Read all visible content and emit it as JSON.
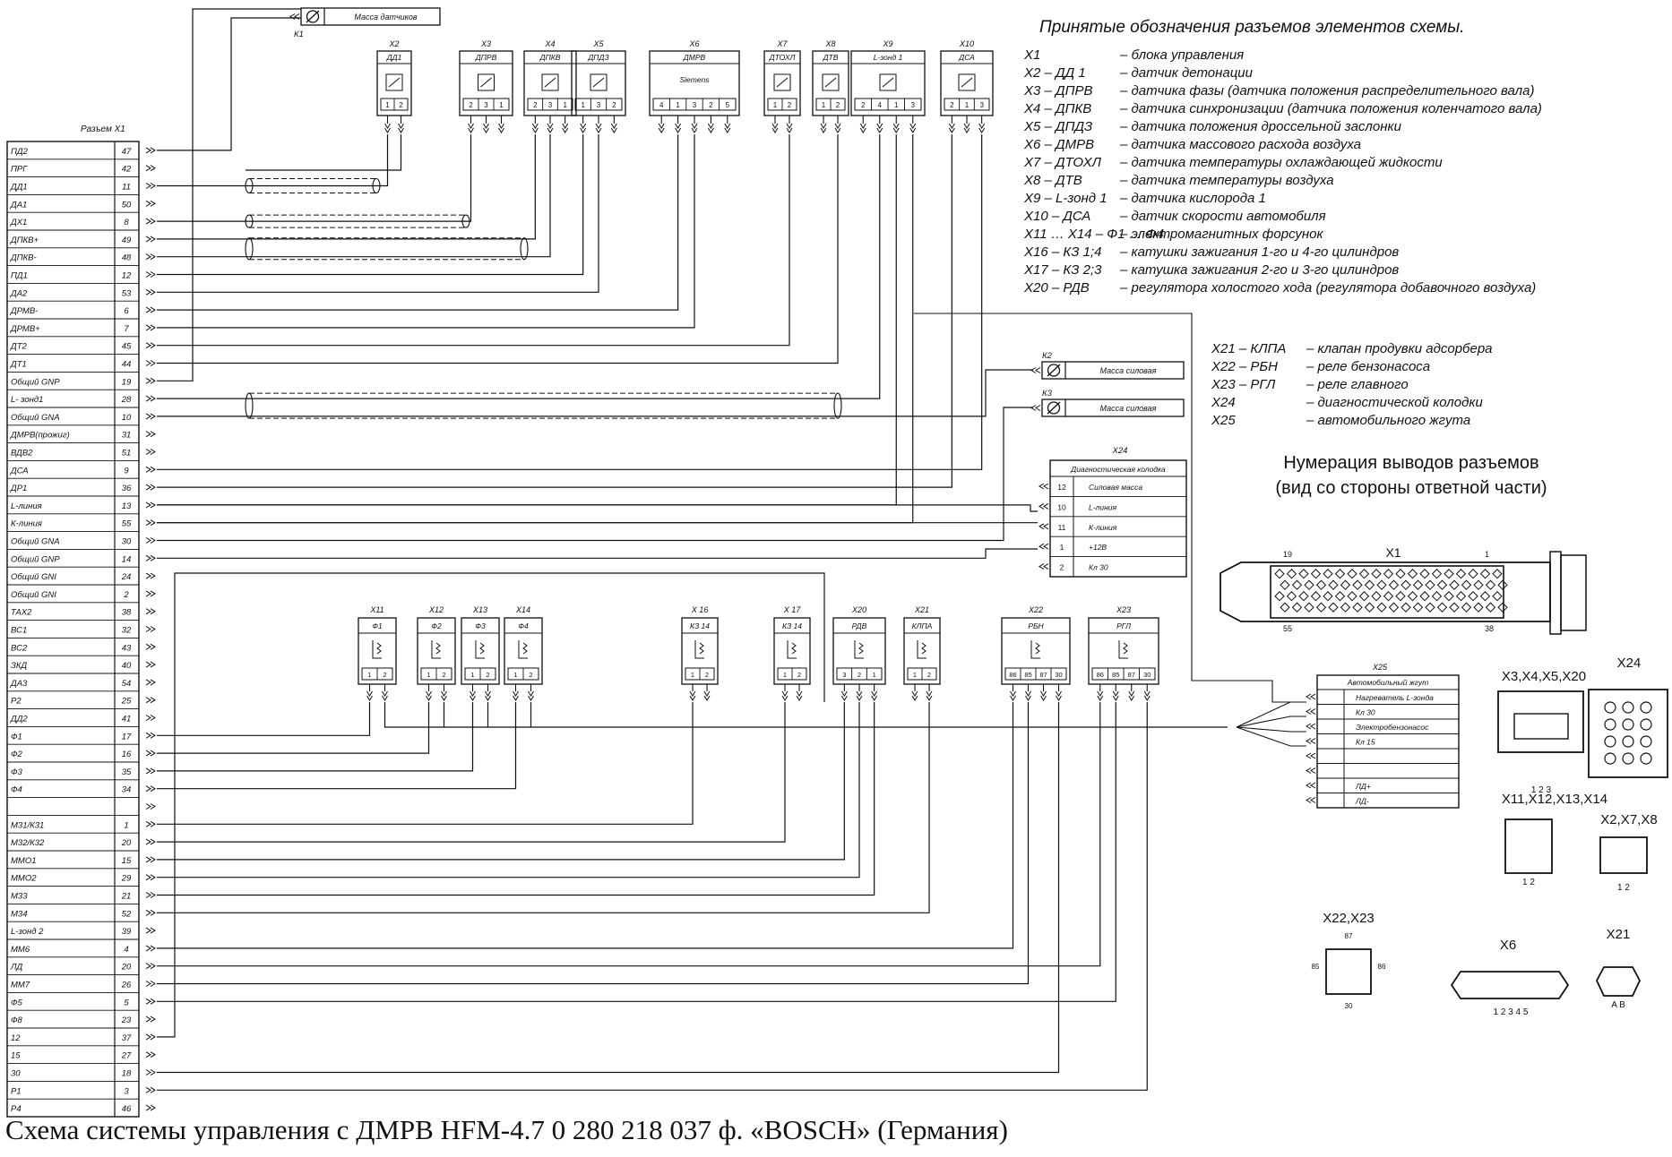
{
  "caption": "Схема системы управления с ДМРВ HFM-4.7 0 280 218 037 ф. «BOSCH» (Германия)",
  "x1_header": "Разъем Х1",
  "x1_pins": [
    {
      "label": "ПД2",
      "pin": "47"
    },
    {
      "label": "ПРГ",
      "pin": "42"
    },
    {
      "label": "ДД1",
      "pin": "11"
    },
    {
      "label": "ДА1",
      "pin": "50"
    },
    {
      "label": "ДХ1",
      "pin": "8"
    },
    {
      "label": "ДПКВ+",
      "pin": "49"
    },
    {
      "label": "ДПКВ-",
      "pin": "48"
    },
    {
      "label": "ПД1",
      "pin": "12"
    },
    {
      "label": "ДА2",
      "pin": "53"
    },
    {
      "label": "ДРМВ-",
      "pin": "6"
    },
    {
      "label": "ДРМВ+",
      "pin": "7"
    },
    {
      "label": "ДТ2",
      "pin": "45"
    },
    {
      "label": "ДТ1",
      "pin": "44"
    },
    {
      "label": "Общий GNP",
      "pin": "19"
    },
    {
      "label": "L- зонд1",
      "pin": "28"
    },
    {
      "label": "Общий GNA",
      "pin": "10"
    },
    {
      "label": "ДМРВ(прожиг)",
      "pin": "31"
    },
    {
      "label": "ВДВ2",
      "pin": "51"
    },
    {
      "label": "ДСА",
      "pin": "9"
    },
    {
      "label": "ДР1",
      "pin": "36"
    },
    {
      "label": "L-линия",
      "pin": "13"
    },
    {
      "label": "К-линия",
      "pin": "55"
    },
    {
      "label": "Общий GNA",
      "pin": "30"
    },
    {
      "label": "Общий GNP",
      "pin": "14"
    },
    {
      "label": "Общий GNI",
      "pin": "24"
    },
    {
      "label": "Общий GNI",
      "pin": "2"
    },
    {
      "label": "ТАХ2",
      "pin": "38"
    },
    {
      "label": "ВС1",
      "pin": "32"
    },
    {
      "label": "ВС2",
      "pin": "43"
    },
    {
      "label": "ЗКД",
      "pin": "40"
    },
    {
      "label": "ДА3",
      "pin": "54"
    },
    {
      "label": "Р2",
      "pin": "25"
    },
    {
      "label": "ДД2",
      "pin": "41"
    },
    {
      "label": "Ф1",
      "pin": "17"
    },
    {
      "label": "Ф2",
      "pin": "16"
    },
    {
      "label": "Ф3",
      "pin": "35"
    },
    {
      "label": "Ф4",
      "pin": "34"
    },
    {
      "label": "",
      "pin": ""
    },
    {
      "label": "М31/К31",
      "pin": "1"
    },
    {
      "label": "М32/К32",
      "pin": "20"
    },
    {
      "label": "ММО1",
      "pin": "15"
    },
    {
      "label": "ММО2",
      "pin": "29"
    },
    {
      "label": "М33",
      "pin": "21"
    },
    {
      "label": "М34",
      "pin": "52"
    },
    {
      "label": "L-зонд 2",
      "pin": "39"
    },
    {
      "label": "ММ6",
      "pin": "4"
    },
    {
      "label": "ЛД",
      "pin": "20"
    },
    {
      "label": "ММ7",
      "pin": "26"
    },
    {
      "label": "Ф5",
      "pin": "5"
    },
    {
      "label": "Ф8",
      "pin": "23"
    },
    {
      "label": "12",
      "pin": "37"
    },
    {
      "label": "15",
      "pin": "27"
    },
    {
      "label": "30",
      "pin": "18"
    },
    {
      "label": "Р1",
      "pin": "3"
    },
    {
      "label": "Р4",
      "pin": "46"
    }
  ],
  "k1": {
    "id": "К1",
    "label": "Масса датчиков"
  },
  "k2": {
    "id": "К2",
    "label": "Масса силовая"
  },
  "k3": {
    "id": "К3",
    "label": "Масса силовая"
  },
  "top_connectors": [
    {
      "id": "Х2",
      "name": "ДД1",
      "pins": [
        "1",
        "2"
      ]
    },
    {
      "id": "Х3",
      "name": "ДПРВ",
      "pins": [
        "2",
        "3",
        "1"
      ]
    },
    {
      "id": "Х4",
      "name": "ДПКВ",
      "pins": [
        "2",
        "3",
        "1"
      ]
    },
    {
      "id": "Х5",
      "name": "ДПДЗ",
      "pins": [
        "1",
        "3",
        "2"
      ]
    },
    {
      "id": "Х6",
      "name": "ДМРВ",
      "sub": "Siemens",
      "pins": [
        "4",
        "1",
        "3",
        "2",
        "5"
      ]
    },
    {
      "id": "Х7",
      "name": "ДТОХЛ",
      "pins": [
        "1",
        "2"
      ]
    },
    {
      "id": "Х8",
      "name": "ДТВ",
      "pins": [
        "1",
        "2"
      ]
    },
    {
      "id": "Х9",
      "name": "L-зонд 1",
      "pins": [
        "2",
        "4",
        "1",
        "3"
      ]
    },
    {
      "id": "Х10",
      "name": "ДСА",
      "pins": [
        "2",
        "1",
        "3"
      ]
    }
  ],
  "mid_connectors": [
    {
      "id": "Х11",
      "name": "Ф1",
      "pins": [
        "1",
        "2"
      ]
    },
    {
      "id": "Х12",
      "name": "Ф2",
      "pins": [
        "1",
        "2"
      ]
    },
    {
      "id": "Х13",
      "name": "Ф3",
      "pins": [
        "1",
        "2"
      ]
    },
    {
      "id": "Х14",
      "name": "Ф4",
      "pins": [
        "1",
        "2"
      ]
    },
    {
      "id": "Х 16",
      "name": "КЗ 14",
      "pins": [
        "1",
        "2"
      ]
    },
    {
      "id": "Х 17",
      "name": "КЗ 14",
      "pins": [
        "1",
        "2"
      ]
    },
    {
      "id": "Х20",
      "name": "РДВ",
      "pins": [
        "3",
        "2",
        "1"
      ]
    },
    {
      "id": "Х21",
      "name": "КЛПА",
      "pins": [
        "1",
        "2"
      ]
    },
    {
      "id": "Х22",
      "name": "РБН",
      "pins": [
        "86",
        "85",
        "87",
        "30"
      ]
    },
    {
      "id": "Х23",
      "name": "РГЛ",
      "pins": [
        "86",
        "85",
        "87",
        "30"
      ]
    }
  ],
  "x24": {
    "id": "Х24",
    "title": "Диагностическая колодка",
    "rows": [
      {
        "pin": "12",
        "label": "Силовая масса"
      },
      {
        "pin": "10",
        "label": "L-линия"
      },
      {
        "pin": "11",
        "label": "К-линия"
      },
      {
        "pin": "1",
        "label": "+12В"
      },
      {
        "pin": "2",
        "label": "Кл 30"
      }
    ]
  },
  "x25": {
    "id": "Х25",
    "title": "Автомобильный жгут",
    "rows": [
      "Нагреватель L-зонда",
      "Кл 30",
      "Электробензонасос",
      "Кл 15",
      "",
      "",
      "ЛД+",
      "ЛД-"
    ]
  },
  "legend_title": "Принятые обозначения разъемов элементов схемы.",
  "legend": [
    {
      "code": "Х1",
      "desc": "– блока управления"
    },
    {
      "code": "Х2 – ДД 1",
      "desc": "– датчик детонации"
    },
    {
      "code": "Х3 – ДПРВ",
      "desc": "– датчика фазы (датчика положения распределительного вала)"
    },
    {
      "code": "Х4 – ДПКВ",
      "desc": "– датчика синхронизации (датчика положения коленчатого вала)"
    },
    {
      "code": "Х5 – ДПДЗ",
      "desc": "– датчика положения дроссельной заслонки"
    },
    {
      "code": "Х6 – ДМРВ",
      "desc": "– датчика массового расхода воздуха"
    },
    {
      "code": "Х7 – ДТОХЛ",
      "desc": "– датчика температуры охлаждающей жидкости"
    },
    {
      "code": "Х8 – ДТВ",
      "desc": "– датчика температуры воздуха"
    },
    {
      "code": "Х9 – L-зонд 1",
      "desc": "– датчика кислорода 1"
    },
    {
      "code": "Х10 – ДСА",
      "desc": "– датчик скорости автомобиля"
    },
    {
      "code": "Х11 … Х14 – Ф1 … Ф4",
      "desc": "– электромагнитных форсунок"
    },
    {
      "code": "Х16 – КЗ 1;4",
      "desc": "– катушки зажигания 1-го и 4-го цилиндров"
    },
    {
      "code": "Х17 – КЗ 2;3",
      "desc": "– катушка зажигания 2-го и 3-го цилиндров"
    },
    {
      "code": "Х20 – РДВ",
      "desc": "– регулятора холостого хода (регулятора добавочного воздуха)"
    }
  ],
  "legend2": [
    {
      "code": "Х21 – КЛПА",
      "desc": "– клапан продувки адсорбера"
    },
    {
      "code": "Х22 – РБН",
      "desc": "– реле бензонасоса"
    },
    {
      "code": "Х23 – РГЛ",
      "desc": "– реле главного"
    },
    {
      "code": "Х24",
      "desc": "– диагностической колодки"
    },
    {
      "code": "Х25",
      "desc": "– автомобильного жгута"
    }
  ],
  "numbering_title": "Нумерация выводов разъемов",
  "numbering_subtitle": "(вид со стороны ответной части)",
  "x1_plug": {
    "id": "Х1",
    "pin_tl": "19",
    "pin_tr": "1",
    "pin_bl": "55",
    "pin_br": "38"
  },
  "plugs": [
    {
      "id": "Х3,Х4,Х5,Х20",
      "pins": "1 2 3"
    },
    {
      "id": "Х24",
      "pins": ""
    },
    {
      "id": "Х11,Х12,Х13,Х14",
      "pins": "1 2"
    },
    {
      "id": "Х2,Х7,Х8",
      "pins": "1 2"
    },
    {
      "id": "Х22,Х23",
      "pins": "87 85 86 30"
    },
    {
      "id": "Х6",
      "pins": "1 2 3 4 5"
    },
    {
      "id": "Х21",
      "pins": "A B"
    }
  ]
}
